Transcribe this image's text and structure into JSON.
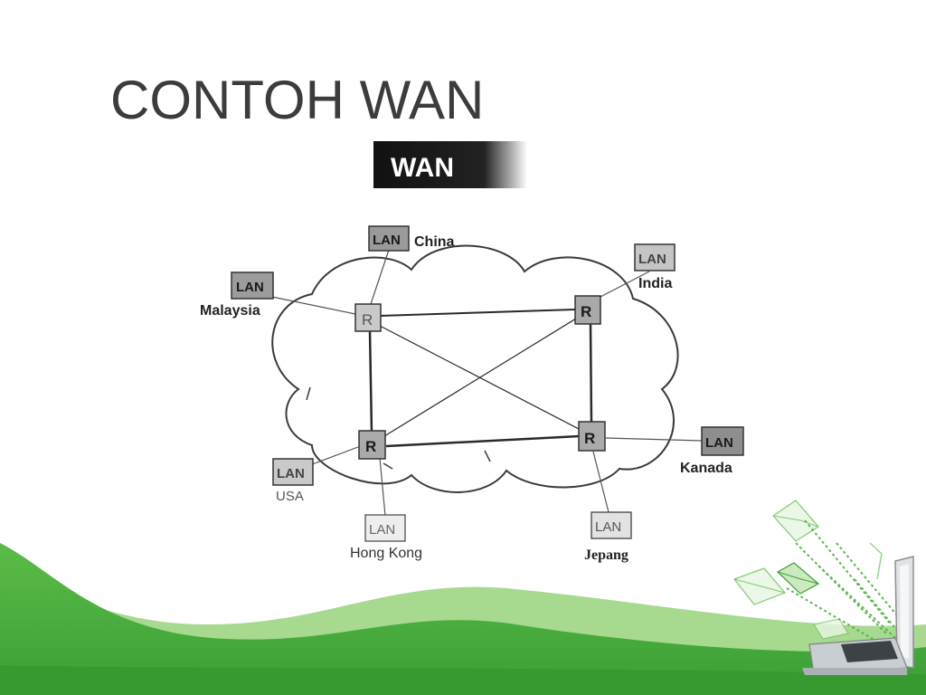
{
  "slide": {
    "title": "CONTOH WAN"
  },
  "diagram": {
    "header": "WAN",
    "router_label": "R",
    "lan_label": "LAN",
    "nodes": {
      "china": "China",
      "india": "India",
      "malaysia": "Malaysia",
      "usa": "USA",
      "hong_kong": "Hong Kong",
      "jepang": "Jepang",
      "kanada": "Kanada"
    }
  },
  "colors": {
    "green_dark": "#3fa83a",
    "green_light": "#8fd07a",
    "title": "#3c3c3c"
  }
}
